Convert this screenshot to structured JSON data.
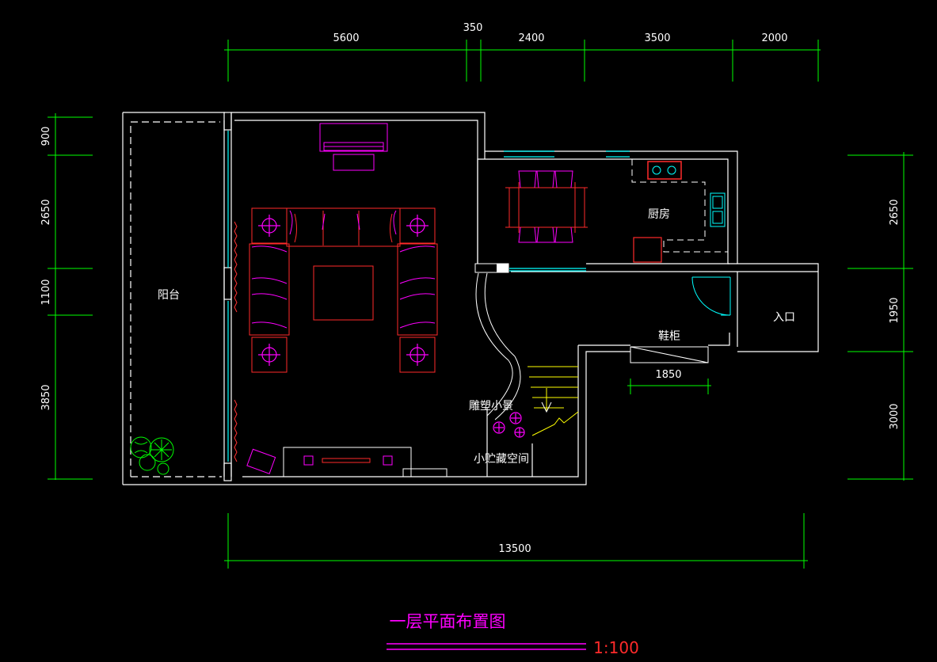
{
  "title": "一层平面布置图",
  "scale": "1:100",
  "dimensions": {
    "top": [
      "5600",
      "350",
      "2400",
      "3500",
      "2000"
    ],
    "bottom_total": "13500",
    "left": [
      "900",
      "2650",
      "1100",
      "3850"
    ],
    "right": [
      "2650",
      "1950",
      "3000"
    ],
    "shoe_cabinet": "1850"
  },
  "rooms": {
    "balcony": "阳台",
    "kitchen": "厨房",
    "entrance": "入口",
    "shoe_cabinet": "鞋柜",
    "sculpture": "雕塑小景",
    "storage": "小贮藏空间"
  },
  "colors": {
    "background": "#000000",
    "walls": "#ffffff",
    "dimension_lines": "#00ff00",
    "furniture": "#ff0000",
    "accent": "#ff00ff",
    "glass": "#00ffff",
    "stairs": "#ffff00"
  }
}
